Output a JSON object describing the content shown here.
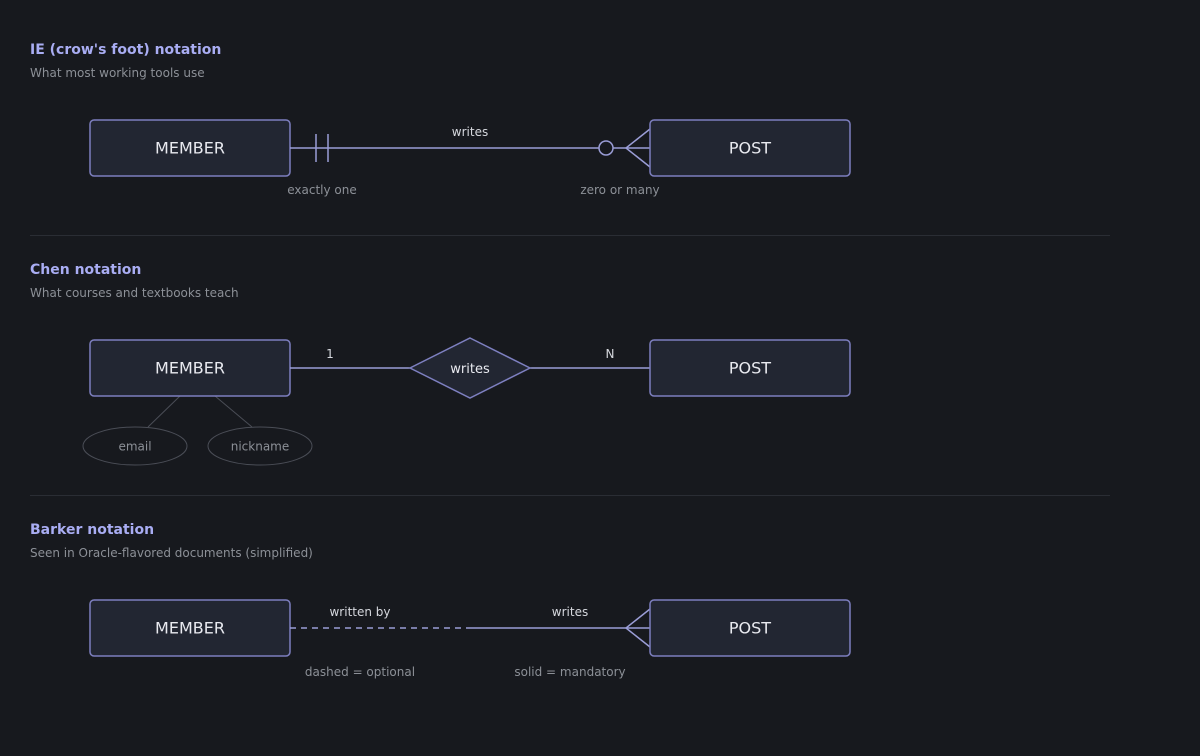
{
  "sections": [
    {
      "title": "IE (crow's foot) notation",
      "subtitle": "What most working tools use",
      "left_entity": "MEMBER",
      "right_entity": "POST",
      "relationship_label": "writes",
      "left_cardinality_label": "exactly one",
      "right_cardinality_label": "zero or many"
    },
    {
      "title": "Chen notation",
      "subtitle": "What courses and textbooks teach",
      "left_entity": "MEMBER",
      "right_entity": "POST",
      "relationship": "writes",
      "left_cardinality": "1",
      "right_cardinality": "N",
      "attributes": [
        "email",
        "nickname"
      ]
    },
    {
      "title": "Barker notation",
      "subtitle": "Seen in Oracle-flavored documents (simplified)",
      "left_entity": "MEMBER",
      "right_entity": "POST",
      "left_role_label": "written by",
      "right_role_label": "writes",
      "left_line_label": "dashed = optional",
      "right_line_label": "solid = mandatory"
    }
  ]
}
